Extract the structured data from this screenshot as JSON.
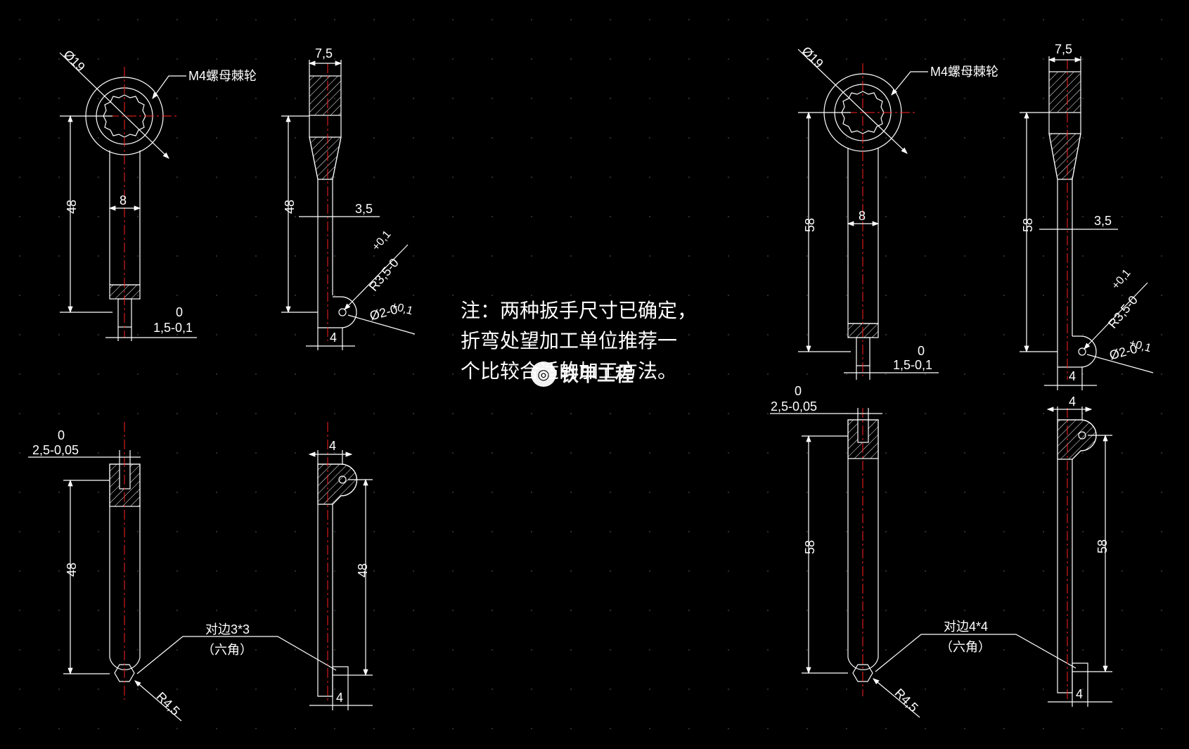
{
  "note": {
    "line1": "注：两种扳手尺寸已确定，",
    "line2": "折弯处望加工单位推荐一",
    "line3": "个比较合适的加工方法。"
  },
  "watermark": {
    "text": "铁甲工程"
  },
  "colors": {
    "background": "#000000",
    "outline": "#ffffff",
    "centerline": "#ff2020",
    "grid": "#3a3a3a"
  },
  "small_wrench": {
    "top_front": {
      "diameter": "Ø19",
      "leader": "M4螺母棘轮",
      "length": "48",
      "width": "8",
      "tol_upper": "0",
      "tol_value": "1,5-0,1"
    },
    "top_side": {
      "thickness": "7,5",
      "length": "48",
      "neck": "3,5",
      "radius_upper": "+0,1",
      "radius_value": "R3,5-0",
      "hole_upper": "+0,1",
      "hole_value": "Ø2-0",
      "end_width": "4"
    },
    "bottom_front": {
      "tol_upper": "0",
      "tol_value": "2,5-0,05",
      "length": "48",
      "hex_label": "对边3*3",
      "hex_sub": "（六角）",
      "end_radius": "R4,5"
    },
    "bottom_side": {
      "top_width": "4",
      "length": "48",
      "end_width": "4"
    }
  },
  "large_wrench": {
    "top_front": {
      "diameter": "Ø19",
      "leader": "M4螺母棘轮",
      "length": "58",
      "width": "8",
      "tol_upper": "0",
      "tol_value": "1,5-0,1"
    },
    "top_side": {
      "thickness": "7,5",
      "length": "58",
      "neck": "3,5",
      "radius_upper": "+0,1",
      "radius_value": "R3,5-0",
      "hole_upper": "+0,1",
      "hole_value": "Ø2-0",
      "end_width": "4"
    },
    "bottom_front": {
      "tol_upper": "0",
      "tol_value": "2,5-0,05",
      "length": "58",
      "hex_label": "对边4*4",
      "hex_sub": "（六角）",
      "end_radius": "R4,5"
    },
    "bottom_side": {
      "top_width": "4",
      "length": "58",
      "end_width": "4"
    }
  }
}
